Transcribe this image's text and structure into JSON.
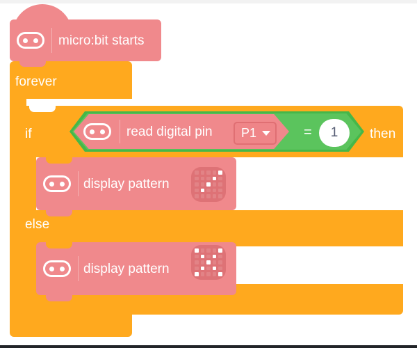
{
  "app": {
    "title": "micro:bit block editor",
    "background_color": "#ffffff",
    "top_strip_color": "#f2f2f2",
    "bottom_border_color": "#222428"
  },
  "palette": {
    "event_block_color": "#f0898c",
    "control_block_color": "#ffa91e",
    "logic_block_color": "#46b749",
    "logic_block_inner_color": "#5bc45d",
    "field_white": "#ffffff",
    "matrix_off_color": "#de7276"
  },
  "blocks": {
    "hat": {
      "label": "micro:bit starts",
      "icon": "microbit-face-icon"
    },
    "forever": {
      "label": "forever"
    },
    "conditional": {
      "if_label": "if",
      "then_label": "then",
      "else_label": "else"
    },
    "condition": {
      "reporter_label": "read digital pin",
      "reporter_icon": "microbit-face-icon",
      "pin_value": "P1",
      "pin_caret": "chevron-down-icon",
      "operator": "=",
      "compare_value": "1"
    },
    "then_branch": {
      "statement": {
        "label": "display pattern",
        "icon": "microbit-face-icon",
        "pattern_name": "diagonal",
        "pattern": [
          [
            0,
            0,
            0,
            0,
            1
          ],
          [
            0,
            0,
            0,
            1,
            0
          ],
          [
            0,
            0,
            1,
            0,
            0
          ],
          [
            0,
            1,
            0,
            0,
            0
          ],
          [
            0,
            0,
            0,
            0,
            0
          ]
        ]
      }
    },
    "else_branch": {
      "statement": {
        "label": "display pattern",
        "icon": "microbit-face-icon",
        "pattern_name": "cross",
        "pattern": [
          [
            1,
            0,
            0,
            0,
            1
          ],
          [
            0,
            1,
            0,
            1,
            0
          ],
          [
            0,
            0,
            1,
            0,
            0
          ],
          [
            0,
            1,
            0,
            1,
            0
          ],
          [
            1,
            0,
            0,
            0,
            1
          ]
        ]
      }
    }
  }
}
